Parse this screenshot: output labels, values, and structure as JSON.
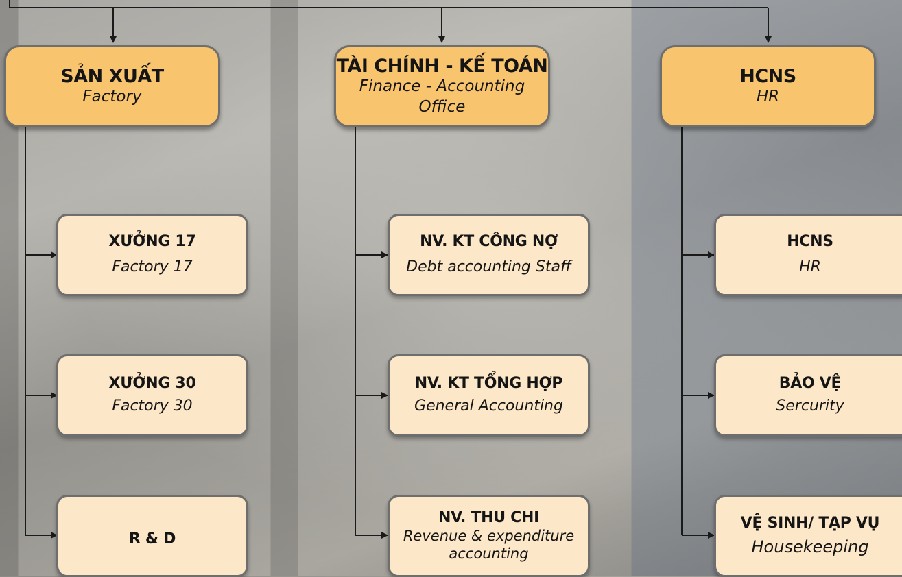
{
  "departments": [
    {
      "title": "SẢN XUẤT",
      "subtitle": "Factory",
      "units": [
        {
          "title": "XƯỞNG 17",
          "subtitle": "Factory 17"
        },
        {
          "title": "XƯỞNG 30",
          "subtitle": "Factory 30"
        },
        {
          "title": "R & D",
          "subtitle": ""
        }
      ]
    },
    {
      "title": "TÀI CHÍNH - KẾ TOÁN",
      "subtitle": "Finance - Accounting Office",
      "units": [
        {
          "title": "NV. KT CÔNG NỢ",
          "subtitle": "Debt accounting Staff"
        },
        {
          "title": "NV. KT TỔNG HỢP",
          "subtitle": "General Accounting"
        },
        {
          "title": "NV. THU CHI",
          "subtitle": "Revenue & expenditure accounting"
        }
      ]
    },
    {
      "title": "HCNS",
      "subtitle": "HR",
      "units": [
        {
          "title": "HCNS",
          "subtitle": "HR"
        },
        {
          "title": "BẢO VỆ",
          "subtitle": "Sercurity"
        },
        {
          "title": "VỆ SINH/ TẠP VỤ",
          "subtitle": "Housekeeping"
        }
      ]
    }
  ],
  "colors": {
    "header_fill": "#f8c46e",
    "unit_fill": "#fce7c8",
    "border": "#6e6e6e",
    "connector": "#1a1a1a"
  }
}
